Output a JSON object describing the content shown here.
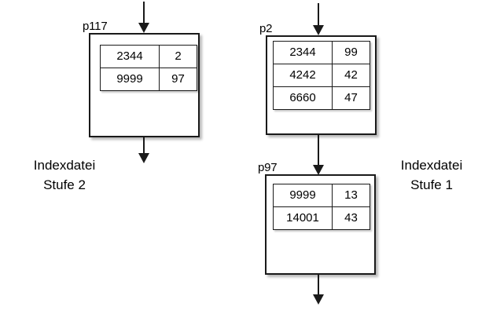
{
  "diagram": {
    "title_left": {
      "line1": "Indexdatei",
      "line2": "Stufe 2"
    },
    "title_right": {
      "line1": "Indexdatei",
      "line2": "Stufe 1"
    },
    "nodes": [
      {
        "id": "p117",
        "label": "p117",
        "rows": [
          {
            "key": "2344",
            "ptr": "2"
          },
          {
            "key": "9999",
            "ptr": "97"
          }
        ]
      },
      {
        "id": "p2",
        "label": "p2",
        "rows": [
          {
            "key": "2344",
            "ptr": "99"
          },
          {
            "key": "4242",
            "ptr": "42"
          },
          {
            "key": "6660",
            "ptr": "47"
          }
        ]
      },
      {
        "id": "p97",
        "label": "p97",
        "rows": [
          {
            "key": "9999",
            "ptr": "13"
          },
          {
            "key": "14001",
            "ptr": "43"
          }
        ]
      }
    ],
    "colors": {
      "stroke": "#1a1a1a",
      "background": "#ffffff",
      "text": "#000000"
    }
  }
}
